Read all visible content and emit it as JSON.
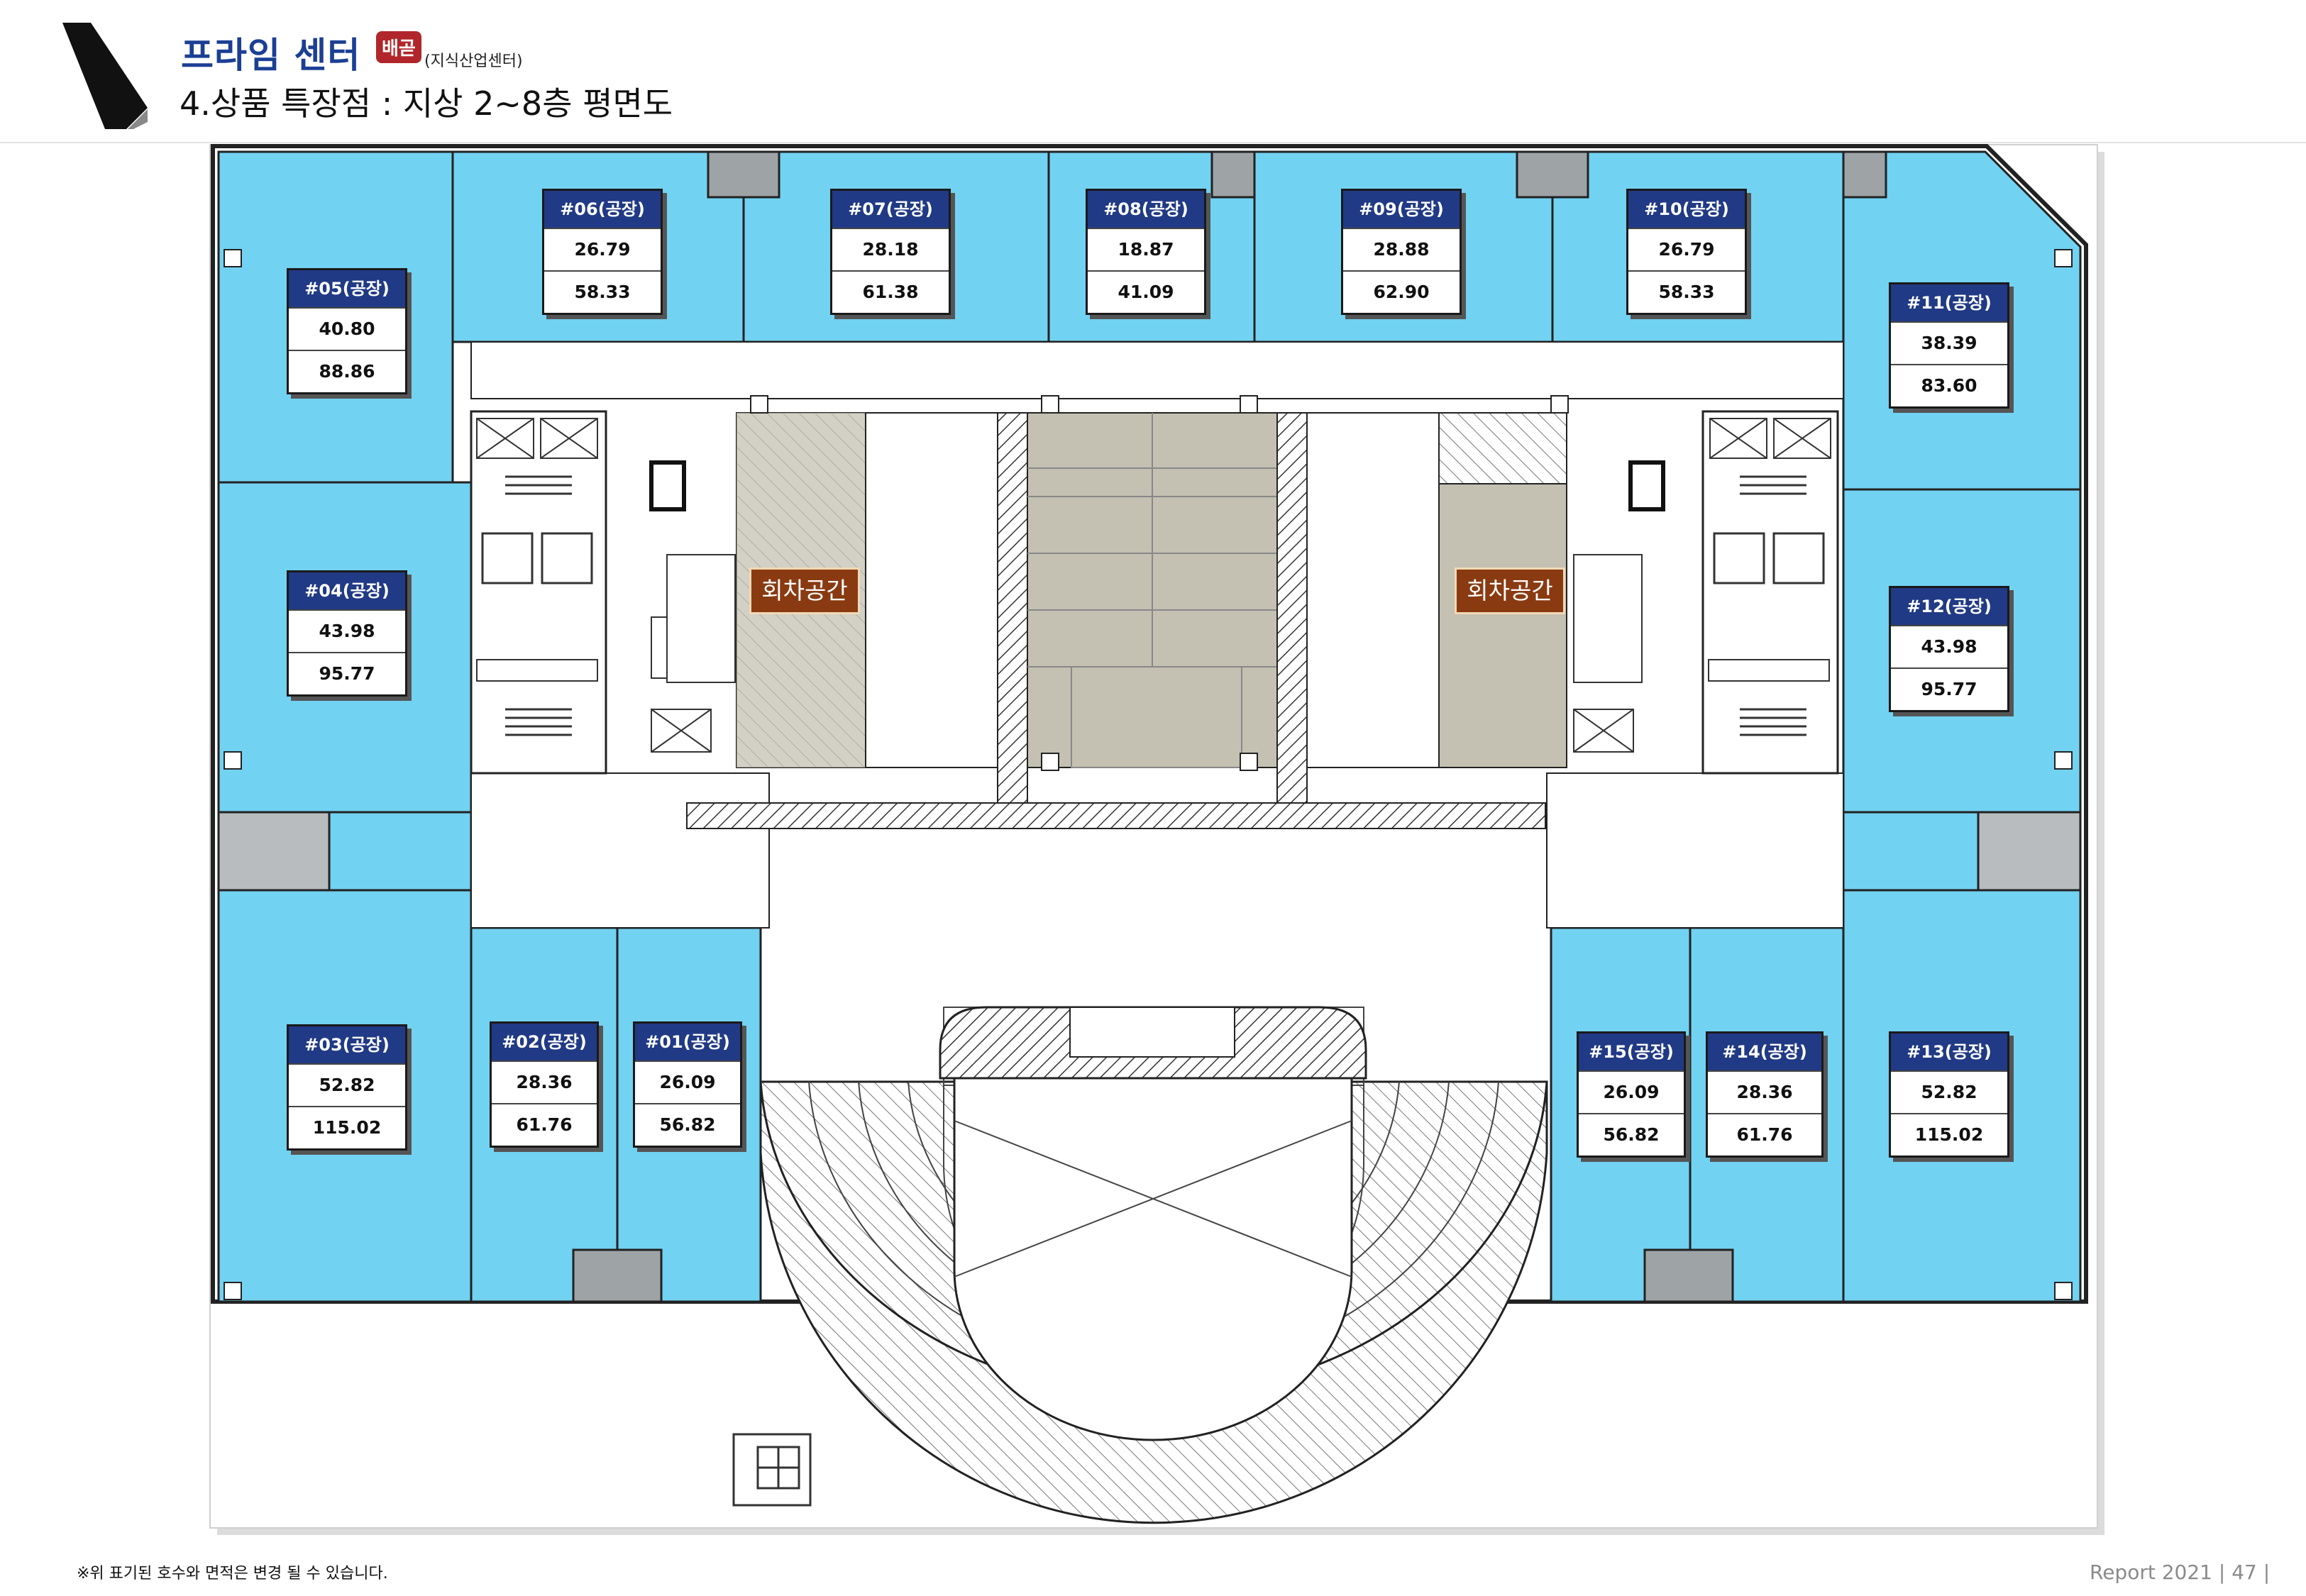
{
  "header": {
    "brand": "프라임 센터",
    "badge": "배곧",
    "subtitle": "(지식산업센터)",
    "title": "4.상품 특장점 : 지상 2~8층 평면도"
  },
  "units": [
    {
      "name": "#05(공장)",
      "v1": "40.80",
      "v2": "88.86"
    },
    {
      "name": "#06(공장)",
      "v1": "26.79",
      "v2": "58.33"
    },
    {
      "name": "#07(공장)",
      "v1": "28.18",
      "v2": "61.38"
    },
    {
      "name": "#08(공장)",
      "v1": "18.87",
      "v2": "41.09"
    },
    {
      "name": "#09(공장)",
      "v1": "28.88",
      "v2": "62.90"
    },
    {
      "name": "#10(공장)",
      "v1": "26.79",
      "v2": "58.33"
    },
    {
      "name": "#11(공장)",
      "v1": "38.39",
      "v2": "83.60"
    },
    {
      "name": "#04(공장)",
      "v1": "43.98",
      "v2": "95.77"
    },
    {
      "name": "#12(공장)",
      "v1": "43.98",
      "v2": "95.77"
    },
    {
      "name": "#03(공장)",
      "v1": "52.82",
      "v2": "115.02"
    },
    {
      "name": "#02(공장)",
      "v1": "28.36",
      "v2": "61.76"
    },
    {
      "name": "#01(공장)",
      "v1": "26.09",
      "v2": "56.82"
    },
    {
      "name": "#15(공장)",
      "v1": "26.09",
      "v2": "56.82"
    },
    {
      "name": "#14(공장)",
      "v1": "28.36",
      "v2": "61.76"
    },
    {
      "name": "#13(공장)",
      "v1": "52.82",
      "v2": "115.02"
    }
  ],
  "turn_labels": [
    "회차공간",
    "회차공간"
  ],
  "footer": {
    "note": "※위 표기된 호수와 면적은 변경 될 수 있습니다.",
    "report": "Report 2021",
    "page": "47"
  },
  "colors": {
    "unit_fill": "#72d2f2",
    "card_header": "#213a86",
    "brand_blue": "#1c3f94",
    "badge_red": "#b0262a",
    "turn_label": "#8a3a11",
    "parking": "#c4c0b2"
  }
}
